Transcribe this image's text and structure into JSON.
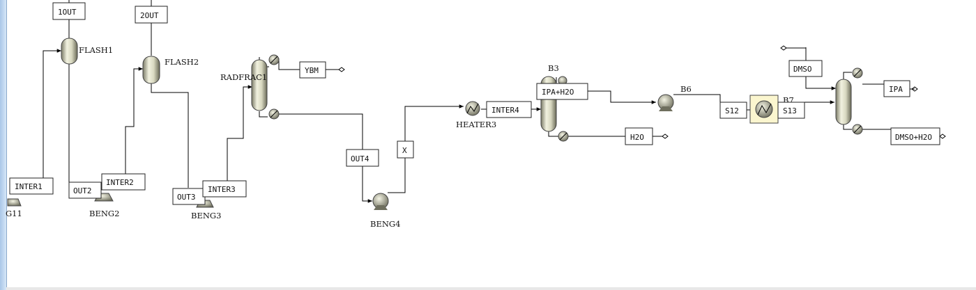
{
  "blocks": {
    "flash1": "FLASH1",
    "flash2": "FLASH2",
    "radfrac1": "RADFRAC1",
    "heater3": "HEATER3",
    "b3": "B3",
    "b6": "B6",
    "b7": "B7",
    "beng2": "BENG2",
    "beng3": "BENG3",
    "beng4": "BENG4",
    "g11": "G11"
  },
  "streams": {
    "out1": "1OUT",
    "out2top": "2OUT",
    "inter1": "INTER1",
    "out2": "OUT2",
    "inter2": "INTER2",
    "out3": "OUT3",
    "inter3": "INTER3",
    "ybm": "YBM",
    "out4": "OUT4",
    "x": "X",
    "inter4": "INTER4",
    "ipa_h2o": "IPA+H2O",
    "h2o": "H2O",
    "s12": "S12",
    "s13": "S13",
    "dmso": "DMSO",
    "ipa": "IPA",
    "dmso_h2o": "DMSO+H2O"
  },
  "colors": {
    "vessel_light": "#f2f2e0",
    "vessel_dark": "#7c7c68",
    "heatx_fill": "#fbf6cf",
    "window_border": "#a9c7e8"
  }
}
